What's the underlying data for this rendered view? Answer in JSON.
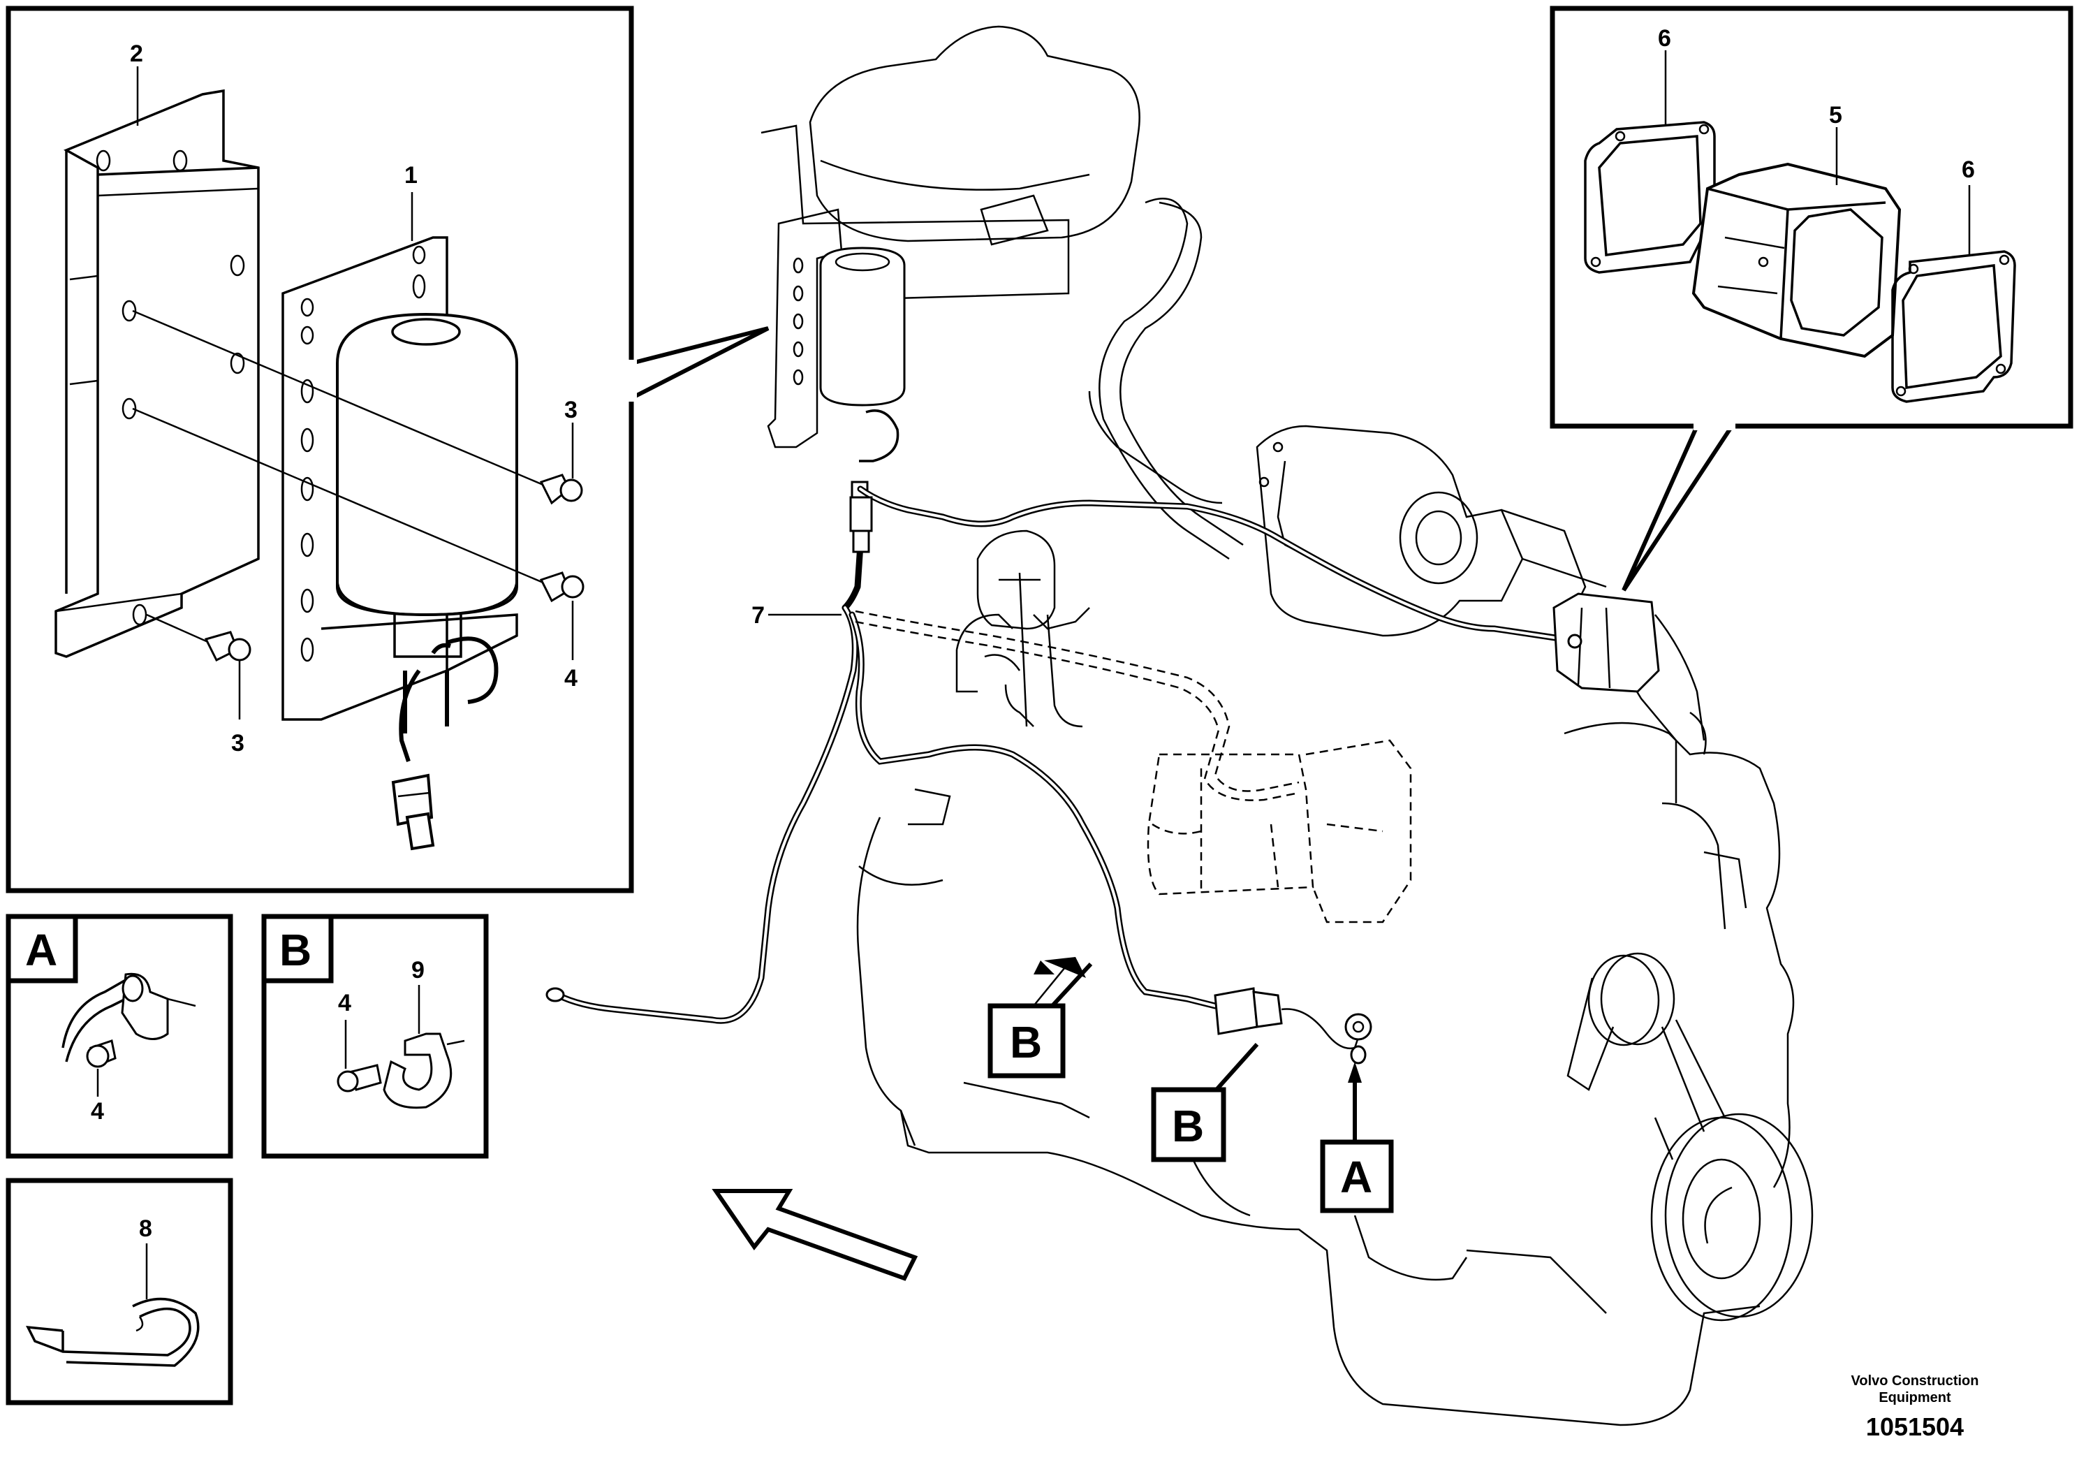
{
  "callouts": {
    "c1": "1",
    "c2": "2",
    "c3a": "3",
    "c3b": "3",
    "c4a": "4",
    "c4b": "4",
    "c4c": "4",
    "c5": "5",
    "c6a": "6",
    "c6b": "6",
    "c7": "7",
    "c8": "8",
    "c9": "9"
  },
  "detail_labels": {
    "inset_a": "A",
    "inset_b": "B",
    "main_b1": "B",
    "main_b2": "B",
    "main_a": "A"
  },
  "footer": {
    "maker_line1": "Volvo Construction",
    "maker_line2": "Equipment",
    "drawing_number": "1051504"
  }
}
